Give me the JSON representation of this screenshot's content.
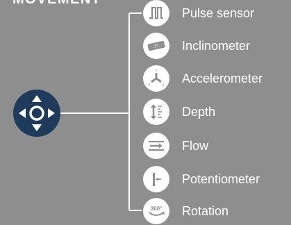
{
  "heading": "MOVEMENT",
  "colors": {
    "background": "#8e8e8e",
    "hub": "#1f3b5b",
    "line": "#ffffff",
    "icon_glyph": "#8e8e8e"
  },
  "hub": {
    "icon": "directional-pad-icon"
  },
  "sensors": [
    {
      "label": "Pulse sensor",
      "icon": "pulse-wave-icon"
    },
    {
      "label": "Inclinometer",
      "icon": "inclinometer-icon",
      "icon_text": "-7°-"
    },
    {
      "label": "Accelerometer",
      "icon": "xyz-axes-icon",
      "icon_text": [
        "Y",
        "Z",
        "X"
      ]
    },
    {
      "label": "Depth",
      "icon": "depth-gauge-icon"
    },
    {
      "label": "Flow",
      "icon": "flow-arrow-icon"
    },
    {
      "label": "Potentiometer",
      "icon": "potentiometer-icon"
    },
    {
      "label": "Rotation",
      "icon": "rotation-360-icon",
      "icon_text": "360°"
    }
  ]
}
